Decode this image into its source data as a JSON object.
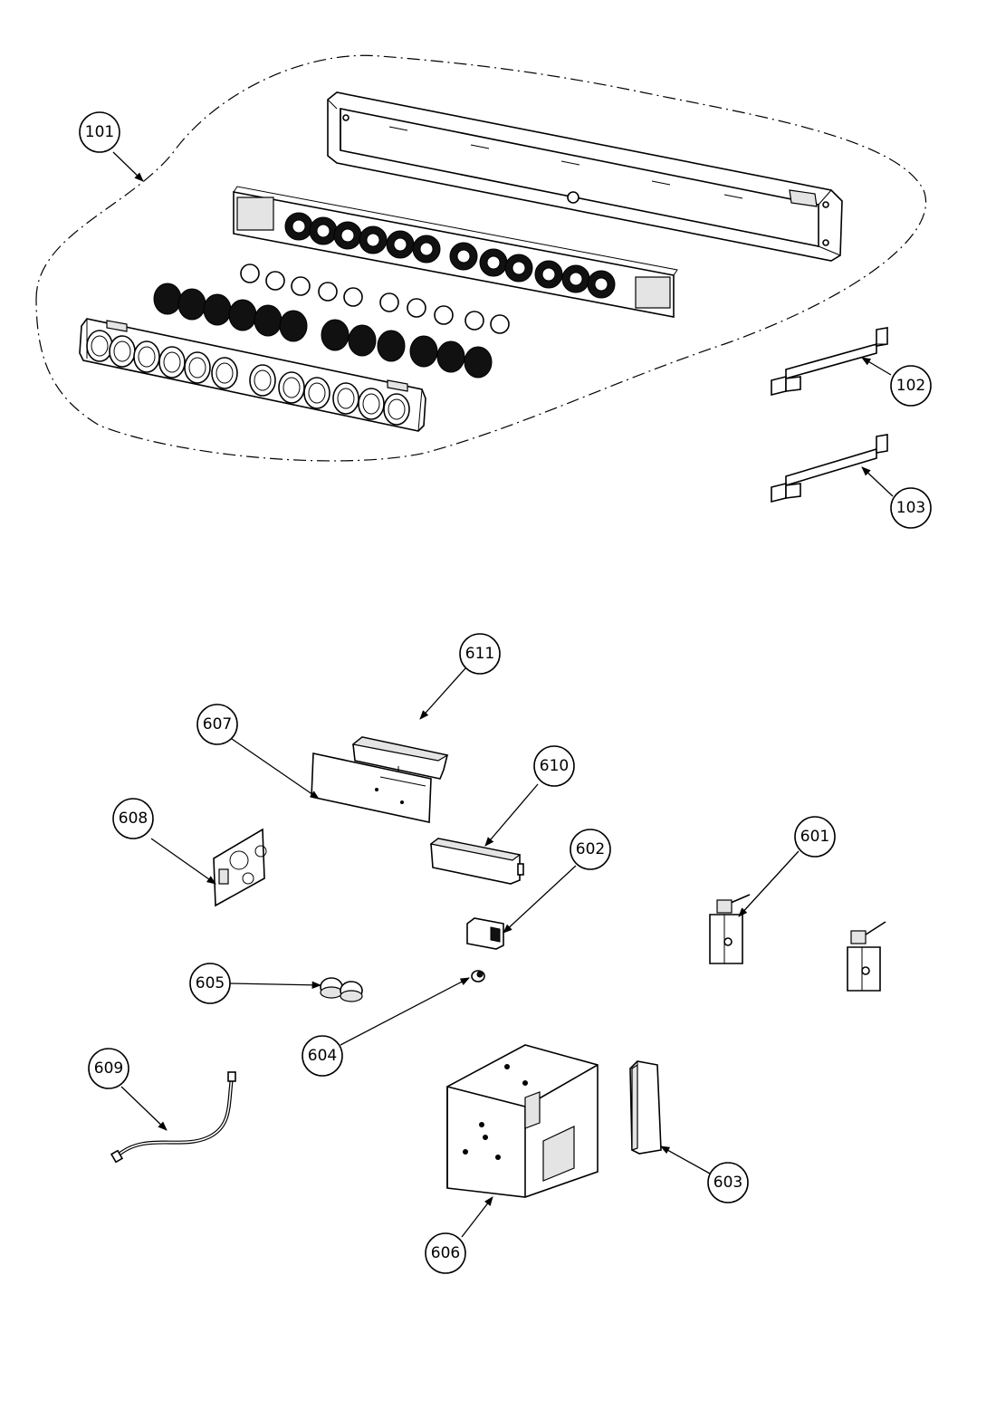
{
  "callouts": [
    {
      "id": "101",
      "label": "101"
    },
    {
      "id": "102",
      "label": "102"
    },
    {
      "id": "103",
      "label": "103"
    },
    {
      "id": "611",
      "label": "611"
    },
    {
      "id": "607",
      "label": "607"
    },
    {
      "id": "610",
      "label": "610"
    },
    {
      "id": "608",
      "label": "608"
    },
    {
      "id": "602",
      "label": "602"
    },
    {
      "id": "601",
      "label": "601"
    },
    {
      "id": "605",
      "label": "605"
    },
    {
      "id": "604",
      "label": "604"
    },
    {
      "id": "609",
      "label": "609"
    },
    {
      "id": "603",
      "label": "603"
    },
    {
      "id": "606",
      "label": "606"
    }
  ],
  "colors": {
    "ink": "#000000",
    "paper": "#ffffff",
    "part_fill": "#e4e4e4"
  }
}
